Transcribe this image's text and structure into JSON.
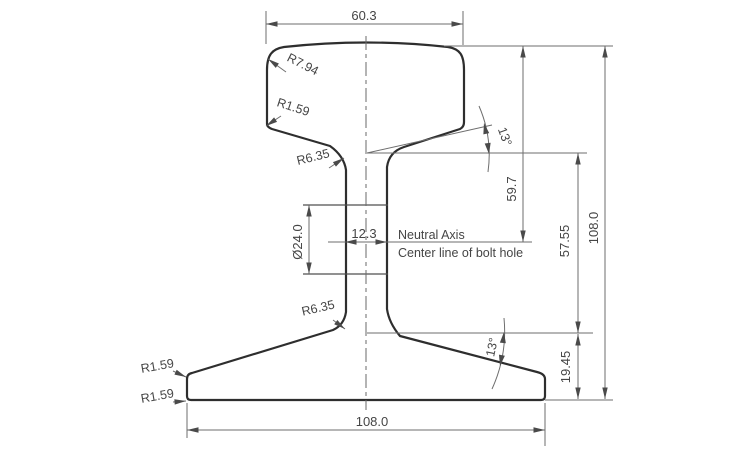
{
  "drawing": {
    "background": "#ffffff",
    "line_colors": {
      "outline": "#2e2e2e",
      "dimension": "#6e6e6e",
      "text": "#454545"
    },
    "dimensions": {
      "head_width": "60.3",
      "base_width": "108.0",
      "overall_height": "108.0",
      "top_to_neutral_axis": "59.7",
      "mid_section_height": "57.55",
      "base_edge_height": "19.45",
      "web_thickness": "12.3",
      "bolt_hole_diameter": "Ø24.0",
      "head_underside_angle": "13°",
      "base_top_angle": "13°"
    },
    "radii": {
      "head_top_corner": "R7.94",
      "head_side_corner": "R1.59",
      "head_web_fillet": "R6.35",
      "web_base_fillet": "R6.35",
      "base_edge_upper": "R1.59",
      "base_edge_lower": "R1.59"
    },
    "notes": {
      "neutral_axis": "Neutral Axis",
      "bolt_hole_centerline": "Center line of bolt hole"
    }
  }
}
